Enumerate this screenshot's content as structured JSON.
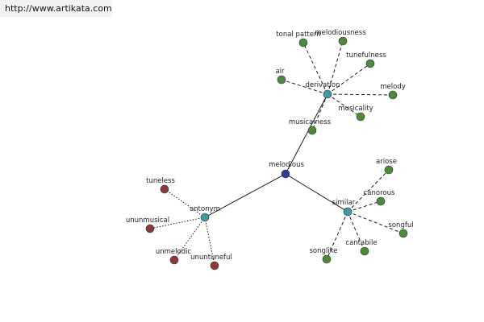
{
  "header": {
    "link_text": "http://www.artikata.com"
  },
  "graph": {
    "colors": {
      "root": "#2a3f94",
      "hub": "#3f9aa6",
      "derivation": "#4a8a3a",
      "similar": "#4a8a3a",
      "antonym": "#8a3a38",
      "edge": "#000000"
    },
    "root": {
      "id": "melodious",
      "label": "melodious"
    },
    "hubs": [
      {
        "id": "derivation",
        "label": "derivation",
        "group": "derivation",
        "edge_style": "dashed"
      },
      {
        "id": "similar",
        "label": "similar",
        "group": "similar",
        "edge_style": "dashed"
      },
      {
        "id": "antonym",
        "label": "antonym",
        "group": "antonym",
        "edge_style": "dotted"
      }
    ],
    "leaves": [
      {
        "id": "tonal-pattern",
        "label": "tonal pattern",
        "hub": "derivation"
      },
      {
        "id": "melodiousness",
        "label": "melodiousness",
        "hub": "derivation"
      },
      {
        "id": "tunefulness",
        "label": "tunefulness",
        "hub": "derivation"
      },
      {
        "id": "air",
        "label": "air",
        "hub": "derivation"
      },
      {
        "id": "melody",
        "label": "melody",
        "hub": "derivation"
      },
      {
        "id": "musicality",
        "label": "musicality",
        "hub": "derivation"
      },
      {
        "id": "musicalness",
        "label": "musicalness",
        "hub": "derivation"
      },
      {
        "id": "ariose",
        "label": "ariose",
        "hub": "similar"
      },
      {
        "id": "canorous",
        "label": "canorous",
        "hub": "similar"
      },
      {
        "id": "songful",
        "label": "songful",
        "hub": "similar"
      },
      {
        "id": "cantabile",
        "label": "cantabile",
        "hub": "similar"
      },
      {
        "id": "songlike",
        "label": "songlike",
        "hub": "similar"
      },
      {
        "id": "tuneless",
        "label": "tuneless",
        "hub": "antonym"
      },
      {
        "id": "ununmusical",
        "label": "ununmusical",
        "hub": "antonym"
      },
      {
        "id": "unmelodic",
        "label": "unmelodic",
        "hub": "antonym"
      },
      {
        "id": "ununtuneful",
        "label": "ununtuneful",
        "hub": "antonym"
      }
    ]
  }
}
